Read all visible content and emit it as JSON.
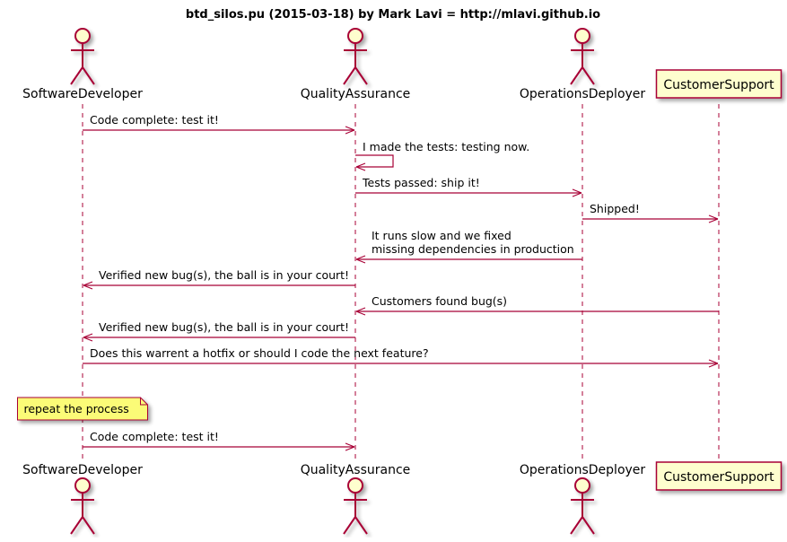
{
  "title": "btd_silos.pu (2015-03-18) by Mark Lavi = http://mlavi.github.io",
  "colors": {
    "arrow": "#A80036",
    "lifeline": "#A80036",
    "actor_fill": "#FEFECE",
    "actor_stroke": "#A80036",
    "note_fill": "#FBFB77"
  },
  "participants": [
    {
      "id": "dev",
      "name": "SoftwareDeveloper",
      "kind": "actor"
    },
    {
      "id": "qa",
      "name": "QualityAssurance",
      "kind": "actor"
    },
    {
      "id": "ops",
      "name": "OperationsDeployer",
      "kind": "actor"
    },
    {
      "id": "cs",
      "name": "CustomerSupport",
      "kind": "participant"
    }
  ],
  "messages": [
    {
      "from": "dev",
      "to": "qa",
      "lines": [
        "Code complete: test it!"
      ]
    },
    {
      "from": "qa",
      "to": "qa",
      "lines": [
        "I made the tests: testing now."
      ]
    },
    {
      "from": "qa",
      "to": "ops",
      "lines": [
        "Tests passed: ship it!"
      ]
    },
    {
      "from": "ops",
      "to": "cs",
      "lines": [
        "Shipped!"
      ]
    },
    {
      "from": "ops",
      "to": "qa",
      "lines": [
        "It runs slow and we fixed",
        "missing dependencies in production"
      ]
    },
    {
      "from": "qa",
      "to": "dev",
      "lines": [
        "Verified new bug(s), the ball is in your court!"
      ]
    },
    {
      "from": "cs",
      "to": "qa",
      "lines": [
        "Customers found bug(s)"
      ]
    },
    {
      "from": "qa",
      "to": "dev",
      "lines": [
        "Verified new bug(s), the ball is in your court!"
      ]
    },
    {
      "from": "dev",
      "to": "cs",
      "lines": [
        "Does this warrent a hotfix or should I code the next feature?"
      ]
    },
    {
      "from": "dev",
      "to": "qa",
      "lines": [
        "Code complete: test it!"
      ]
    }
  ],
  "note": {
    "text": "repeat the process",
    "over": "dev"
  }
}
